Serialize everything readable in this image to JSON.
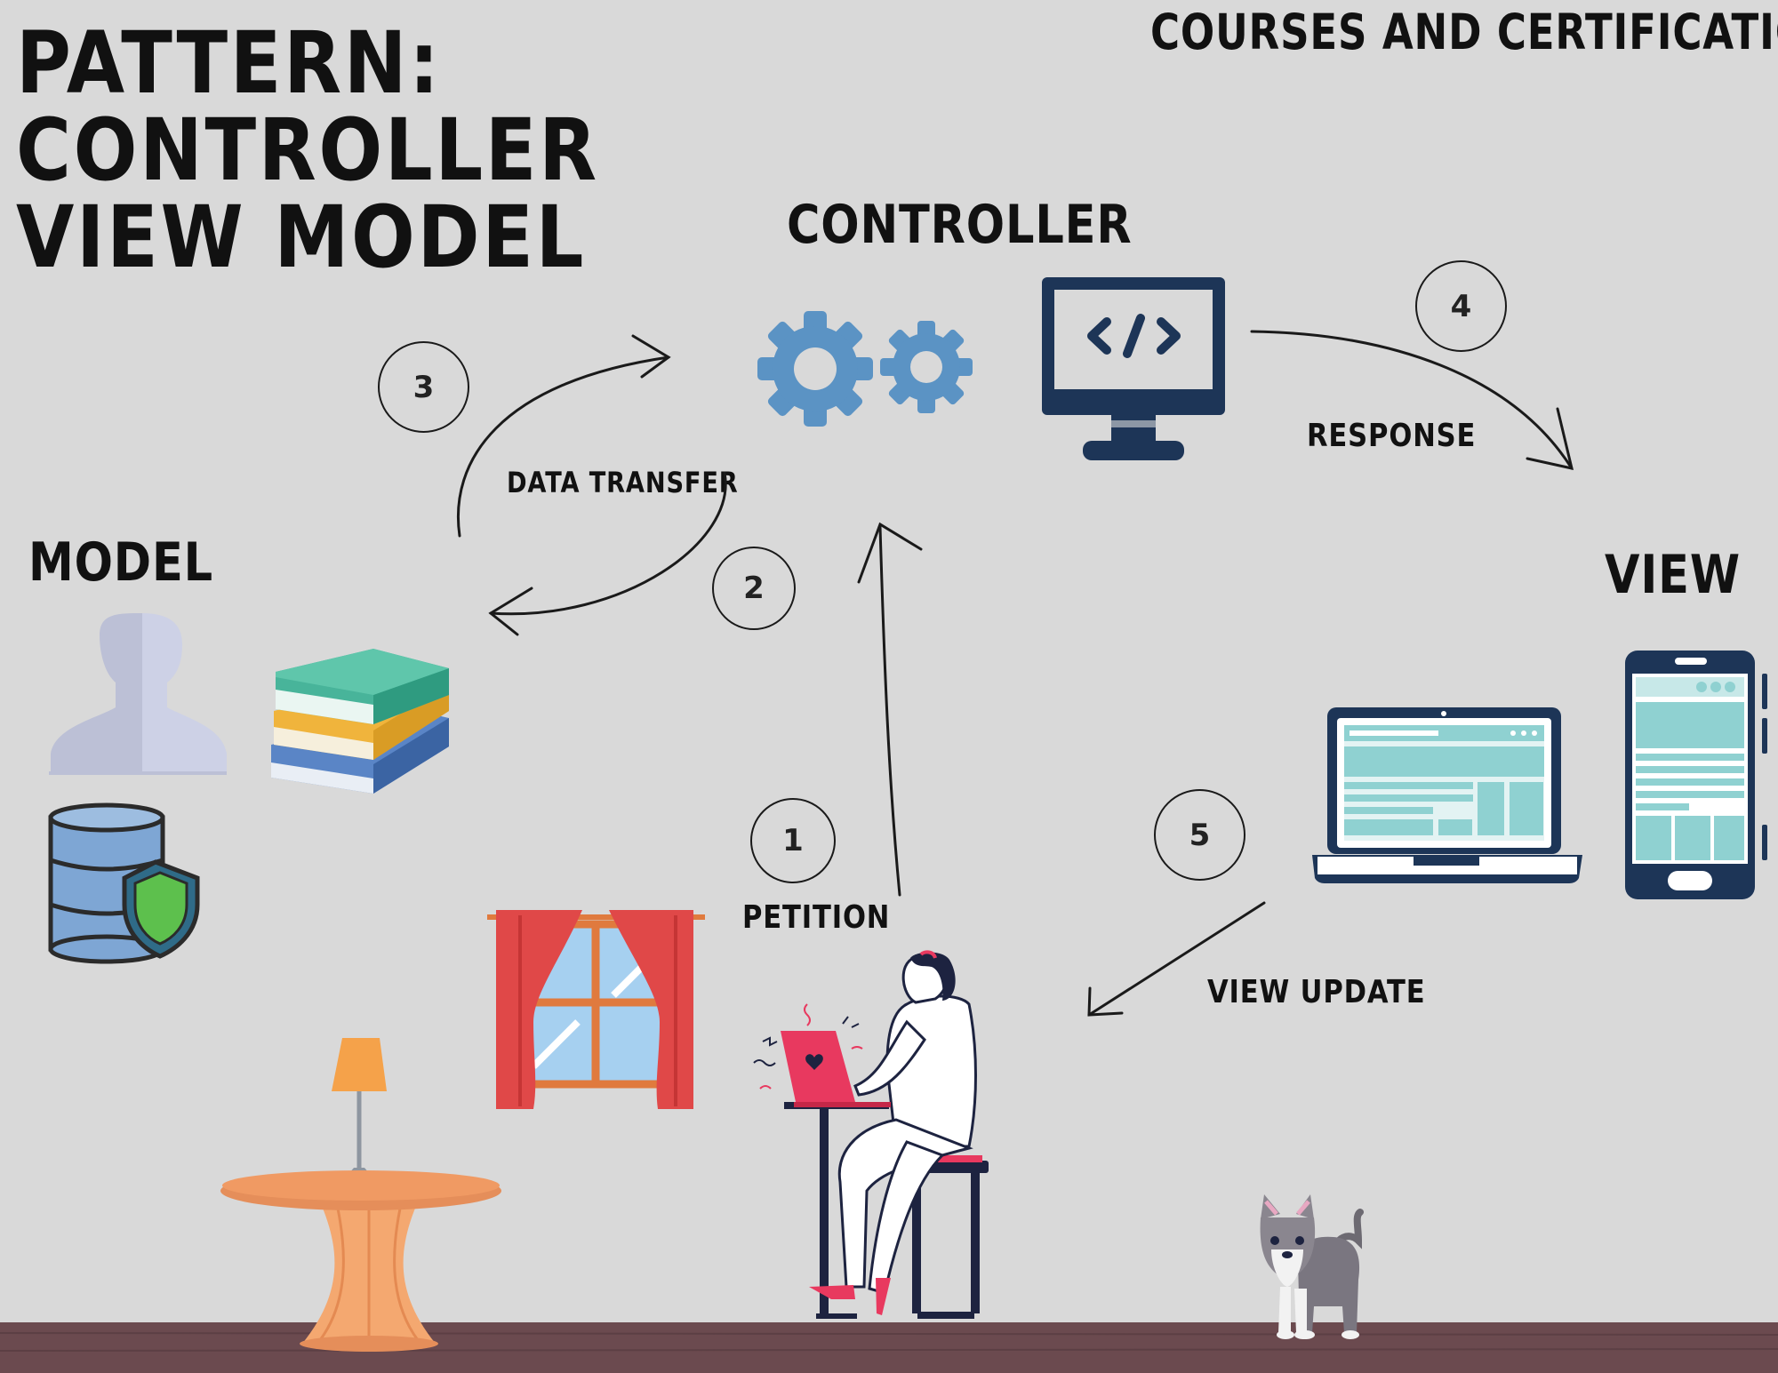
{
  "title": {
    "line1": "PATTERN:",
    "line2": "CONTROLLER",
    "line3": "VIEW MODEL"
  },
  "brand": "COURSES AND CERTIFICATIONS",
  "sections": {
    "controller": "CONTROLLER",
    "model": "MODEL",
    "view": "VIEW"
  },
  "steps": [
    {
      "number": "1",
      "label": "PETITION"
    },
    {
      "number": "2",
      "label": "DATA TRANSFER"
    },
    {
      "number": "3",
      "label": ""
    },
    {
      "number": "4",
      "label": "RESPONSE"
    },
    {
      "number": "5",
      "label": "VIEW UPDATE"
    }
  ],
  "icons": {
    "controller": [
      "gears-icon",
      "monitor-code-icon"
    ],
    "model": [
      "user-silhouette-icon",
      "books-icon",
      "database-shield-icon"
    ],
    "view": [
      "laptop-icon",
      "smartphone-icon"
    ],
    "scene": [
      "window-curtains",
      "lamp",
      "side-table",
      "woman-at-laptop",
      "dog",
      "floor"
    ]
  },
  "colors": {
    "background": "#d9d9d9",
    "text": "#111111",
    "gear": "#5b93c4",
    "monitor": "#1d3557",
    "floor": "#6b4a4f",
    "curtain": "#e04848",
    "laptop_pink": "#e8395f",
    "device_screen": "#8fd1d1",
    "table": "#e58e5a"
  }
}
